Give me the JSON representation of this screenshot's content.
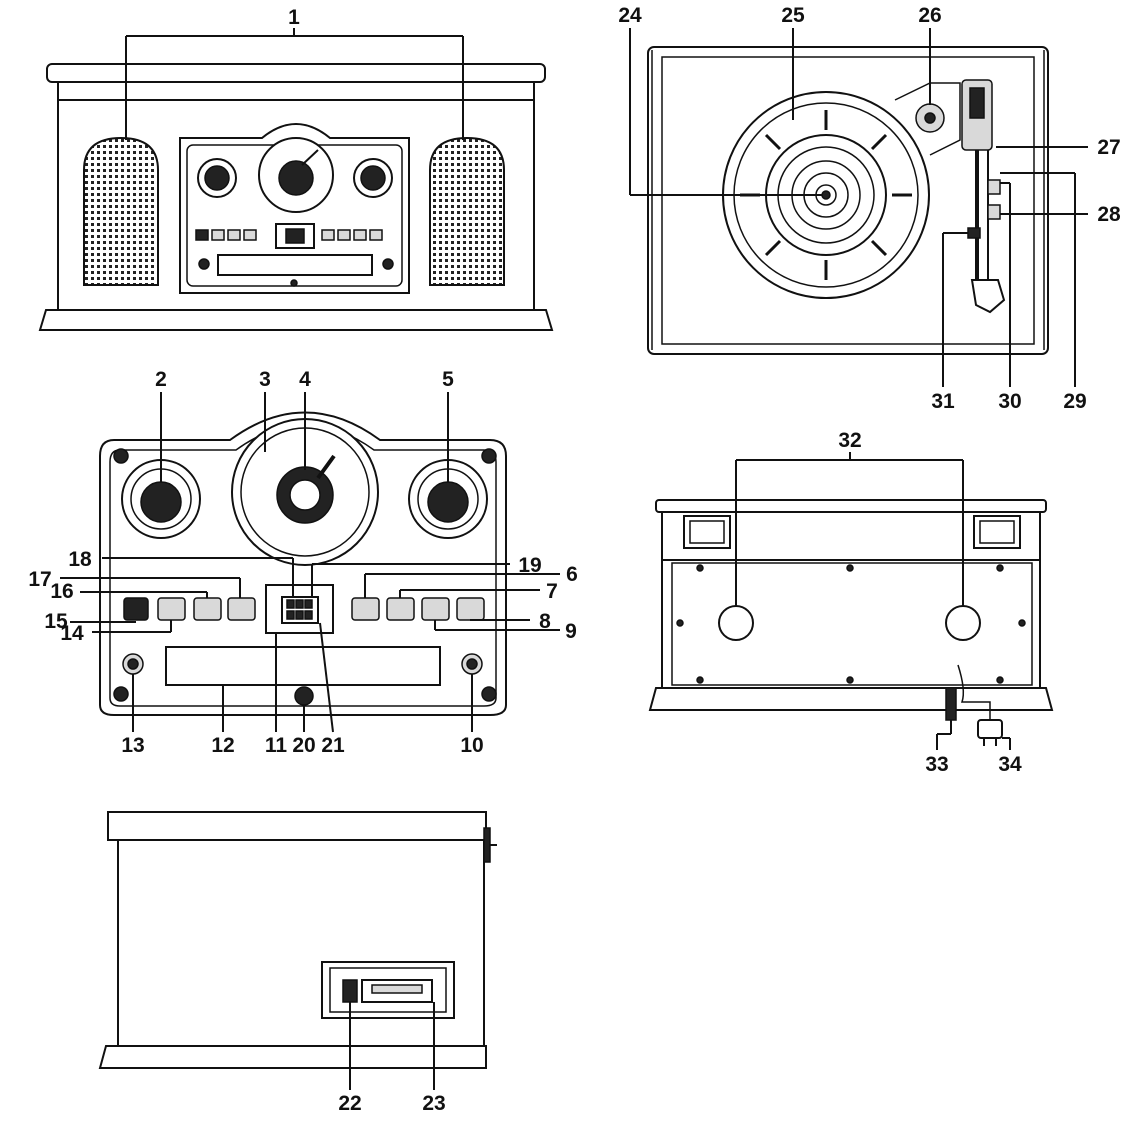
{
  "callouts": {
    "front": [
      "1"
    ],
    "panel": [
      "2",
      "3",
      "4",
      "5",
      "6",
      "7",
      "8",
      "9",
      "10",
      "11",
      "12",
      "13",
      "14",
      "15",
      "16",
      "17",
      "18",
      "19",
      "20",
      "21"
    ],
    "side": [
      "22",
      "23"
    ],
    "top": [
      "24",
      "25",
      "26",
      "27",
      "28",
      "29",
      "30",
      "31"
    ],
    "back": [
      "32",
      "33",
      "34"
    ]
  },
  "colors": {
    "line": "#111111",
    "background": "#ffffff",
    "shade": "#d9d9d9"
  }
}
